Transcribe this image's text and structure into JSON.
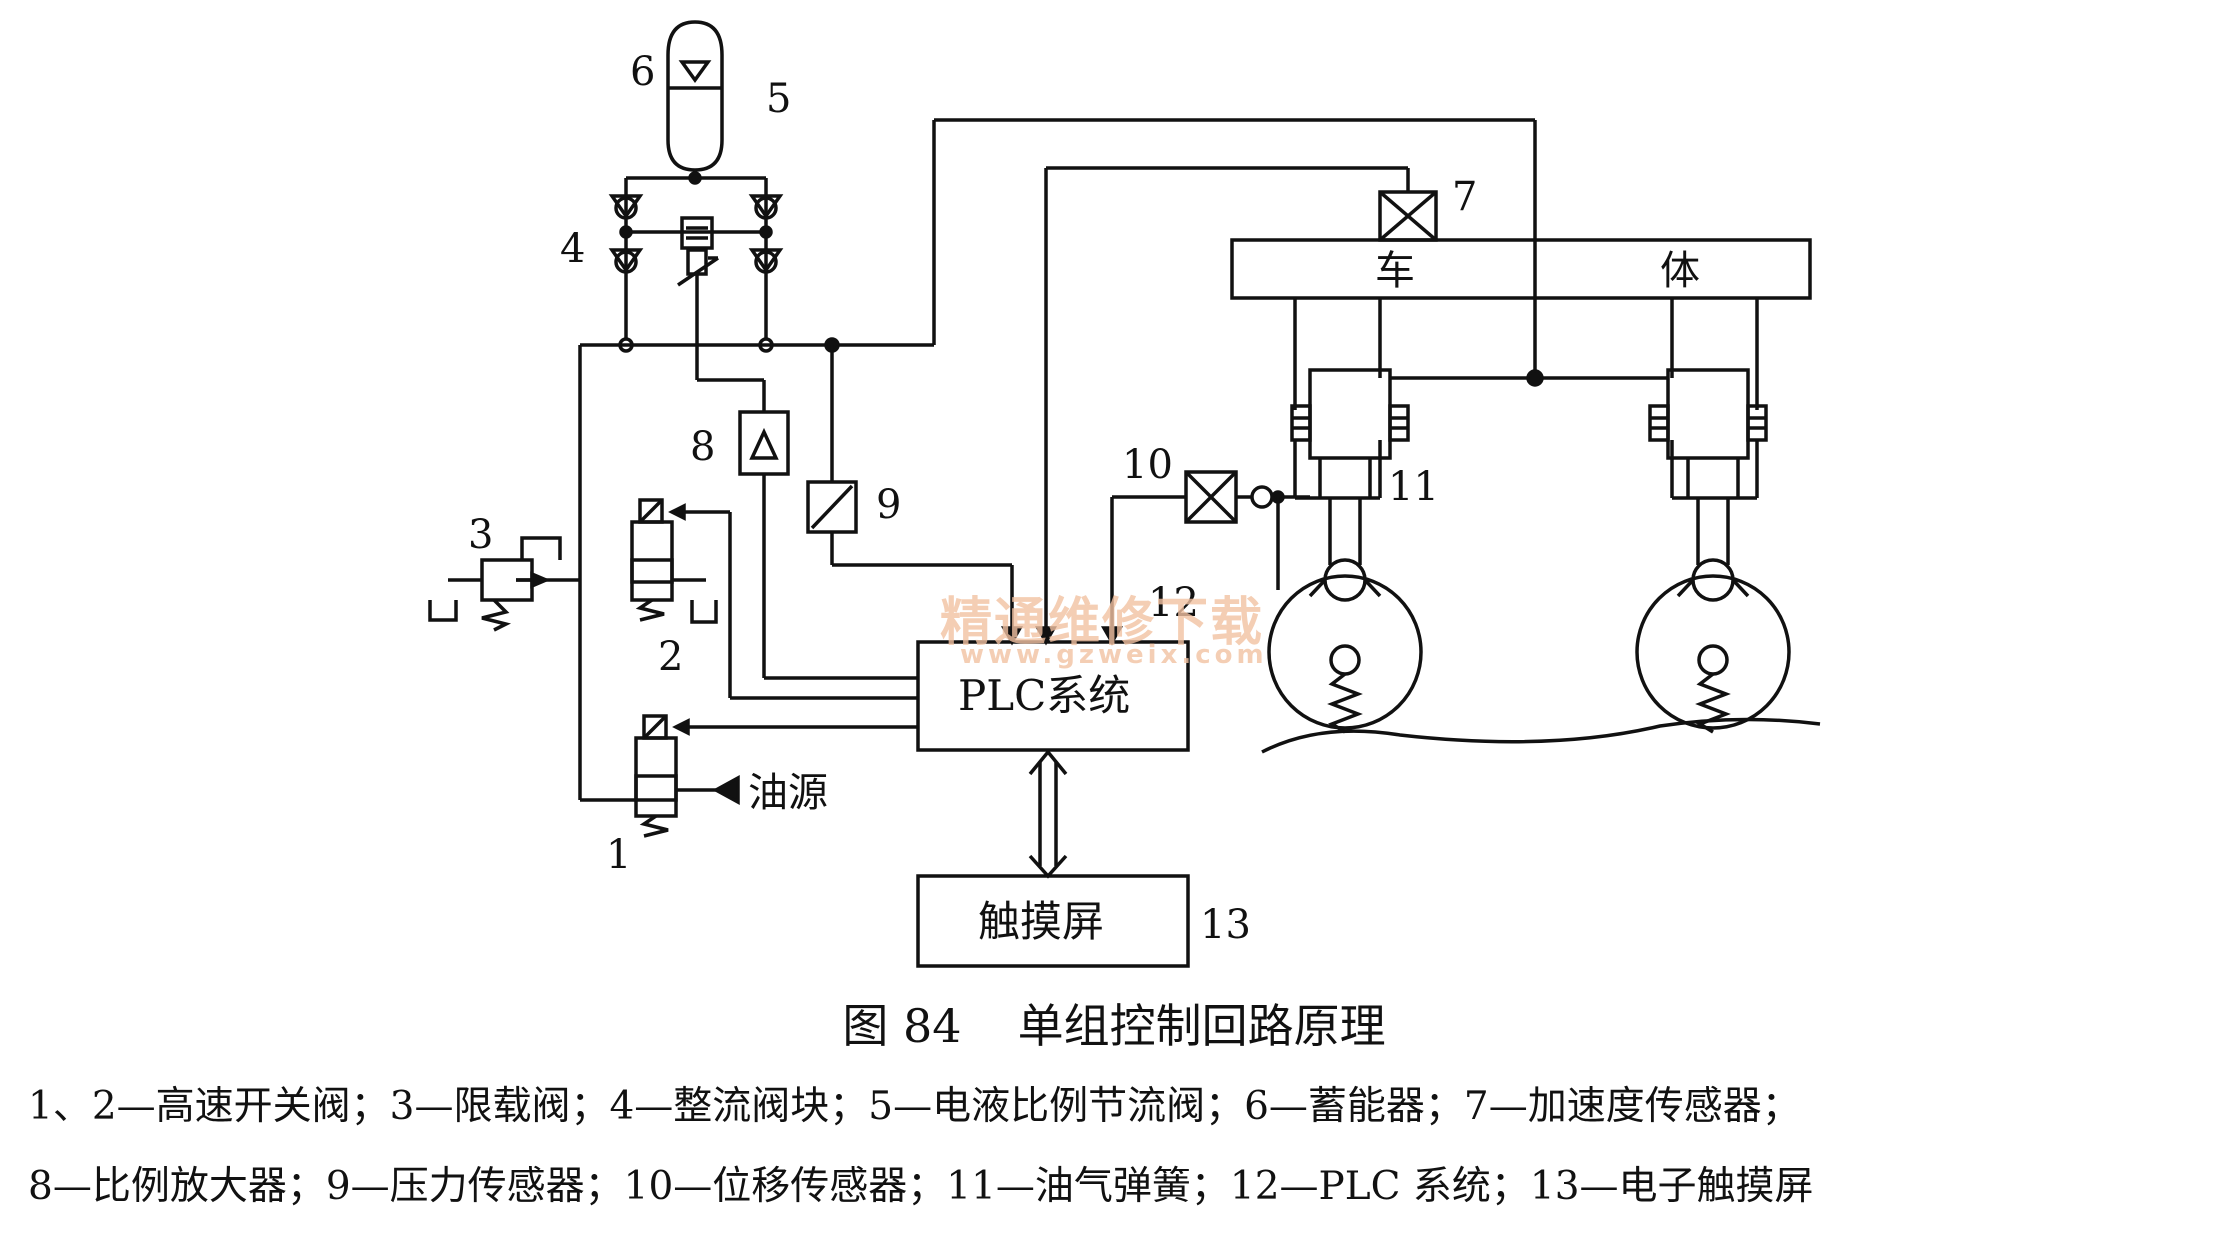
{
  "diagram": {
    "labels": {
      "n1": "1",
      "n2": "2",
      "n3": "3",
      "n4": "4",
      "n5": "5",
      "n6": "6",
      "n7": "7",
      "n8": "8",
      "n9": "9",
      "n10": "10",
      "n11": "11",
      "n12": "12",
      "n13": "13"
    },
    "car_body_left": "车",
    "car_body_right": "体",
    "plc": "PLC系统",
    "touchscreen": "触摸屏",
    "oil_source": "油源"
  },
  "watermark": {
    "text": "精通维修下载",
    "url": "www.gzweix.com"
  },
  "caption": {
    "figure": "图 84",
    "title": "单组控制回路原理"
  },
  "legend": {
    "line1": "1、2—高速开关阀；3—限载阀；4—整流阀块；5—电液比例节流阀；6—蓄能器；7—加速度传感器；",
    "line2": "8—比例放大器；9—压力传感器；10—位移传感器；11—油气弹簧；12—PLC 系统；13—电子触摸屏"
  }
}
